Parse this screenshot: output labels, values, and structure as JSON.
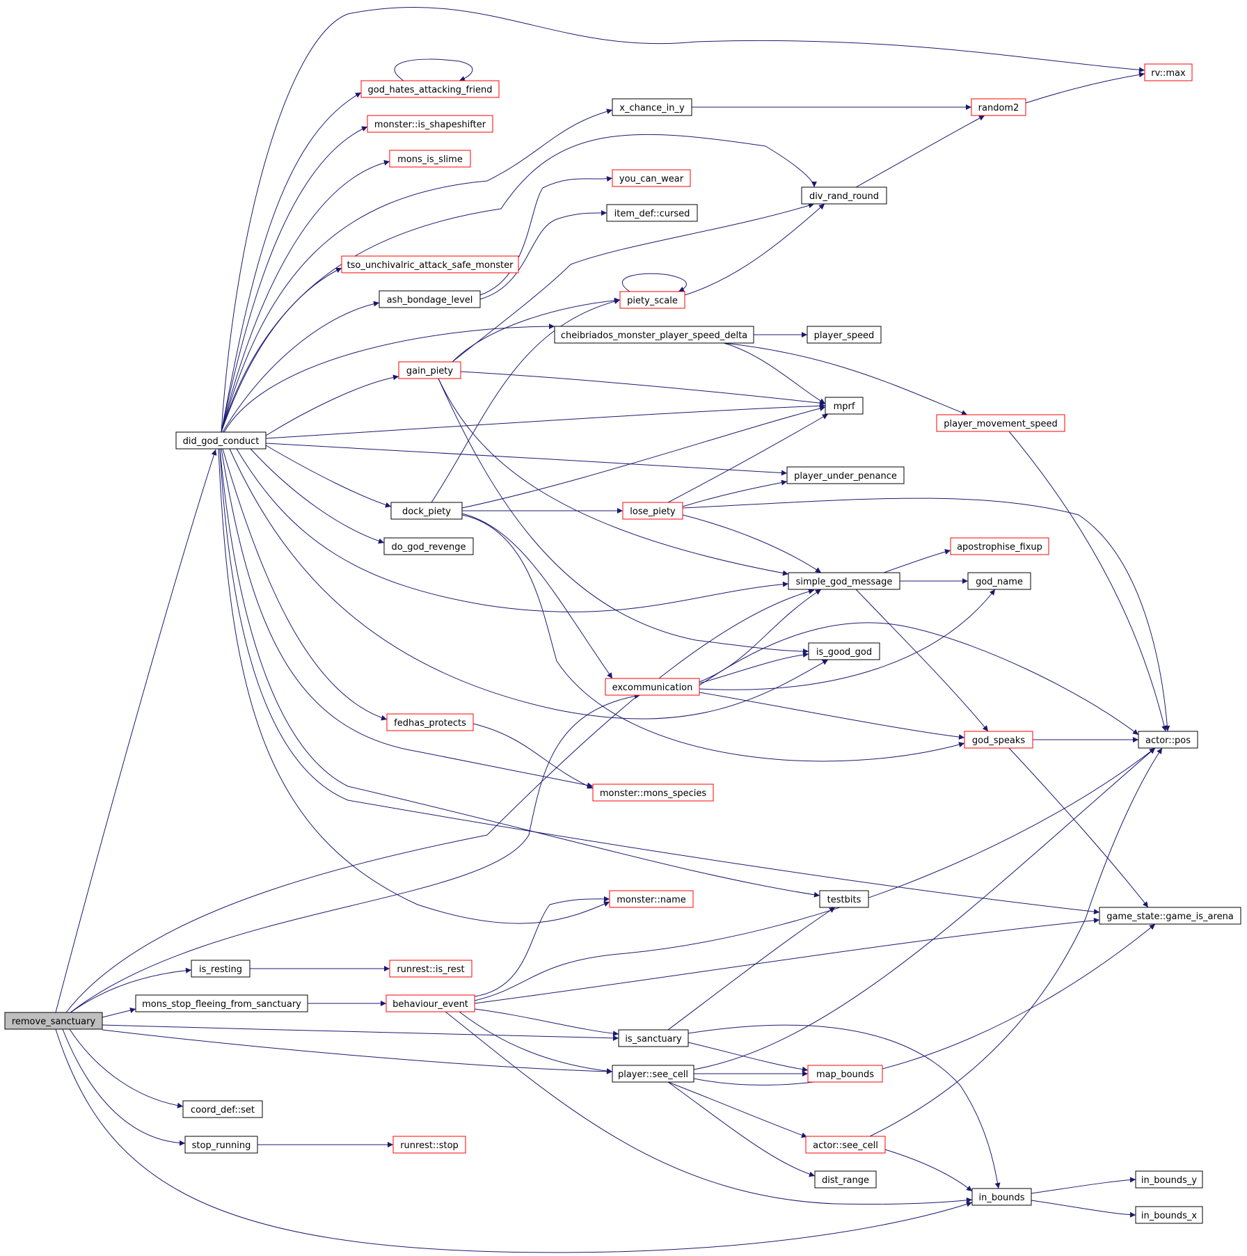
{
  "colors": {
    "edge": "#191970",
    "root_fill": "#bfbfbf",
    "default_border": "#000000",
    "linked_border": "#ff0000"
  },
  "nodes": {
    "remove_sanctuary": "remove_sanctuary",
    "did_god_conduct": "did_god_conduct",
    "god_hates_attacking_friend": "god_hates_attacking_friend",
    "is_shapeshifter": "monster::is_shapeshifter",
    "mons_is_slime": "mons_is_slime",
    "tso_unchivalric": "tso_unchivalric_attack_safe_monster",
    "ash_bondage_level": "ash_bondage_level",
    "gain_piety": "gain_piety",
    "dock_piety": "dock_piety",
    "do_god_revenge": "do_god_revenge",
    "fedhas_protects": "fedhas_protects",
    "x_chance_in_y": "x_chance_in_y",
    "you_can_wear": "you_can_wear",
    "item_def_cursed": "item_def::cursed",
    "piety_scale": "piety_scale",
    "cheibriados_delta": "cheibriados_monster_player_speed_delta",
    "lose_piety": "lose_piety",
    "excommunication": "excommunication",
    "mons_species": "monster::mons_species",
    "monster_name": "monster::name",
    "random2": "random2",
    "rv_max": "rv::max",
    "div_rand_round": "div_rand_round",
    "player_speed": "player_speed",
    "mprf": "mprf",
    "player_movement_speed": "player_movement_speed",
    "player_under_penance": "player_under_penance",
    "apostrophise_fixup": "apostrophise_fixup",
    "simple_god_message": "simple_god_message",
    "god_name": "god_name",
    "is_good_god": "is_good_god",
    "god_speaks": "god_speaks",
    "actor_pos": "actor::pos",
    "testbits": "testbits",
    "game_is_arena": "game_state::game_is_arena",
    "is_resting": "is_resting",
    "runrest_is_rest": "runrest::is_rest",
    "mons_stop_fleeing": "mons_stop_fleeing_from_sanctuary",
    "behaviour_event": "behaviour_event",
    "is_sanctuary": "is_sanctuary",
    "player_see_cell": "player::see_cell",
    "map_bounds": "map_bounds",
    "coord_def_set": "coord_def::set",
    "stop_running": "stop_running",
    "runrest_stop": "runrest::stop",
    "actor_see_cell": "actor::see_cell",
    "dist_range": "dist_range",
    "in_bounds": "in_bounds",
    "in_bounds_y": "in_bounds_y",
    "in_bounds_x": "in_bounds_x"
  }
}
